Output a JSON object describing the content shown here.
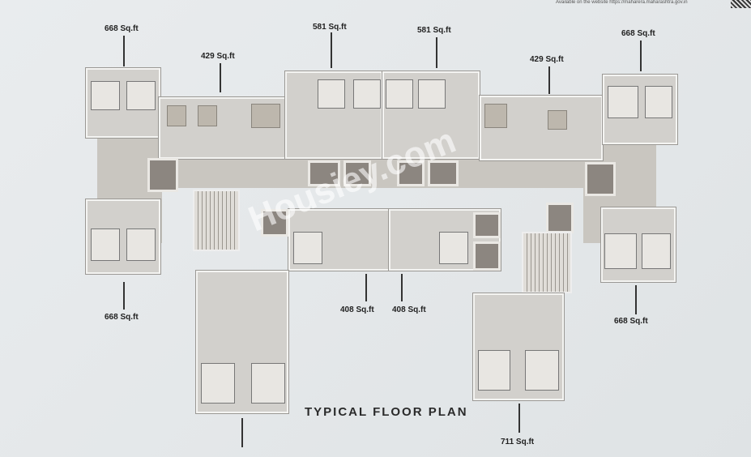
{
  "header": {
    "website_note": "Available on the website https://maharera.maharashtra.gov.in"
  },
  "plan": {
    "title": "TYPICAL FLOOR PLAN",
    "watermark": "Housiey.com",
    "unit_labels": [
      {
        "text": "668 Sq.ft"
      },
      {
        "text": "429 Sq.ft"
      },
      {
        "text": "581 Sq.ft"
      },
      {
        "text": "581 Sq.ft"
      },
      {
        "text": "429 Sq.ft"
      },
      {
        "text": "668 Sq.ft"
      },
      {
        "text": "668 Sq.ft"
      },
      {
        "text": "408 Sq.ft"
      },
      {
        "text": "408 Sq.ft"
      },
      {
        "text": "668 Sq.ft"
      },
      {
        "text": "711 Sq.ft"
      }
    ]
  }
}
